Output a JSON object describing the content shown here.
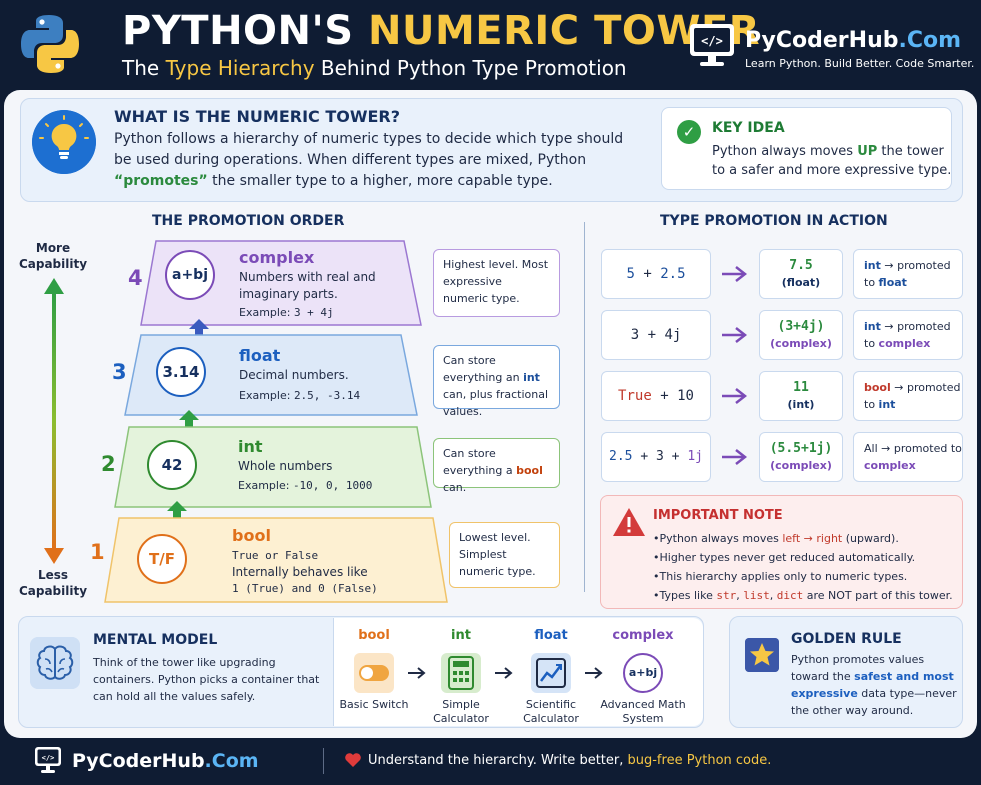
{
  "header": {
    "title_main": "PYTHON'S ",
    "title_highlight": "NUMERIC TOWER",
    "subtitle_pre": "The ",
    "subtitle_highlight": "Type Hierarchy",
    "subtitle_post": " Behind Python Type Promotion",
    "brand_name": "PyCoderHub",
    "brand_suffix": ".Com",
    "brand_tagline": "Learn Python. Build Better. Code Smarter.",
    "brand_icon": "code-monitor-icon",
    "logo_icon": "python-logo-icon"
  },
  "intro": {
    "heading": "WHAT IS THE NUMERIC TOWER?",
    "text_pre": "Python follows a hierarchy of numeric types to decide which type should be used during operations. When different types are mixed, Python ",
    "text_highlight": "“promotes”",
    "text_post": " the smaller type to a higher, more capable type.",
    "icon": "lightbulb-icon"
  },
  "key_idea": {
    "heading": "KEY IDEA",
    "text_pre": "Python always moves ",
    "text_highlight": "UP",
    "text_post": " the tower to a safer and more expressive type.",
    "icon": "check-icon"
  },
  "promotion_order": {
    "title": "THE PROMOTION ORDER",
    "more_label": "More Capability",
    "less_label": "Less Capability",
    "tiers": [
      {
        "num": "4",
        "symbol": "a+bj",
        "name": "complex",
        "desc": "Numbers with real and imaginary parts.",
        "example_label": "Example: ",
        "example": "3 + 4j",
        "note_pre": "Highest level. Most expressive numeric type.",
        "note_bold": "",
        "note_post": "",
        "color": "#7b4bb7"
      },
      {
        "num": "3",
        "symbol": "3.14",
        "name": "float",
        "desc": "Decimal numbers.",
        "example_label": "Example: ",
        "example": "2.5, -3.14",
        "note_pre": "Can store everything an ",
        "note_bold": "int",
        "note_post": " can, plus fractional values.",
        "color": "#1c5fbf"
      },
      {
        "num": "2",
        "symbol": "42",
        "name": "int",
        "desc": "Whole numbers",
        "example_label": "Example: ",
        "example": "-10, 0, 1000",
        "note_pre": "Can store everything a ",
        "note_bold": "bool",
        "note_post": " can.",
        "color": "#2f8a2f"
      },
      {
        "num": "1",
        "symbol": "T/F",
        "name": "bool",
        "desc": "True or False",
        "desc2": "Internally behaves like",
        "example": "1 (True) and 0 (False)",
        "note_pre": "Lowest level. Simplest numeric type.",
        "note_bold": "",
        "note_post": "",
        "color": "#e0701a"
      }
    ]
  },
  "promotion_action": {
    "title": "TYPE PROMOTION IN ACTION",
    "rows": [
      {
        "expr_a": "5",
        "op1": "+",
        "expr_b": "2.5",
        "expr_c": "",
        "op2": "",
        "result": "7.5",
        "result_type": "(float)",
        "note_from": "int",
        "note_mid": " → promoted to ",
        "note_to": "float"
      },
      {
        "expr_a": "3",
        "op1": "+",
        "expr_b": "4j",
        "expr_c": "",
        "op2": "",
        "result": "(3+4j)",
        "result_type": "(complex)",
        "note_from": "int",
        "note_mid": " → promoted to ",
        "note_to": "complex"
      },
      {
        "expr_a": "True",
        "op1": "+",
        "expr_b": "10",
        "expr_c": "",
        "op2": "",
        "result": "11",
        "result_type": "(int)",
        "note_from": "bool",
        "note_mid": " → promoted to ",
        "note_to": "int"
      },
      {
        "expr_a": "2.5",
        "op1": "+",
        "expr_b": "3",
        "op2": "+",
        "expr_c": "1j",
        "result": "(5.5+1j)",
        "result_type": "(complex)",
        "note_from": "All",
        "note_mid": " → promoted to ",
        "note_to": "complex"
      }
    ]
  },
  "important": {
    "heading": "IMPORTANT NOTE",
    "icon": "warning-icon",
    "item1_pre": "Python always moves ",
    "item1_red": "left → right",
    "item1_post": " (upward).",
    "item2": "Higher types never get reduced automatically.",
    "item3": "This hierarchy applies only to numeric types.",
    "item4_pre": "Types like ",
    "item4_t1": "str",
    "item4_sep1": ", ",
    "item4_t2": "list",
    "item4_sep2": ", ",
    "item4_t3": "dict",
    "item4_post": " are NOT part of this tower."
  },
  "mental_model": {
    "heading": "MENTAL MODEL",
    "text": "Think of the tower like upgrading containers. Python picks a container that can hold all the values safely.",
    "icon": "brain-icon",
    "containers": [
      {
        "type": "bool",
        "label": "Basic Switch",
        "icon": "toggle-switch-icon",
        "color": "#e0701a"
      },
      {
        "type": "int",
        "label": "Simple Calculator",
        "icon": "calculator-icon",
        "color": "#2f8a2f"
      },
      {
        "type": "float",
        "label": "Scientific Calculator",
        "icon": "chart-icon",
        "color": "#1c5fbf"
      },
      {
        "type": "complex",
        "label": "Advanced Math System",
        "icon": "complex-icon",
        "color": "#7b4bb7",
        "symbol": "a+bj"
      }
    ]
  },
  "golden_rule": {
    "heading": "GOLDEN RULE",
    "icon": "star-icon",
    "text_pre": "Python promotes values toward the ",
    "text_highlight": "safest and most expressive",
    "text_post": " data type—never the other way around."
  },
  "footer": {
    "brand_name": "PyCoderHub",
    "brand_suffix": ".Com",
    "heart_icon": "heart-icon",
    "text_pre": "Understand the hierarchy. Write better, ",
    "text_highlight": "bug-free Python code."
  }
}
